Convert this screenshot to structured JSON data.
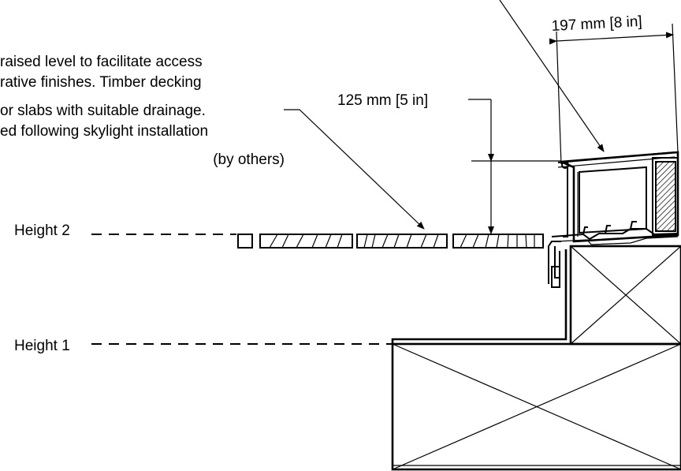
{
  "labels": {
    "dim_width": "197 mm [8 in]",
    "dim_height": "125 mm [5 in]",
    "height_2": "Height 2",
    "height_1": "Height 1",
    "note_lines": [
      "raised level to facilitate access",
      "rative finishes. Timber decking",
      "or slabs with suitable drainage.",
      "ed following skylight installation",
      "(by others)"
    ]
  },
  "colors": {
    "line": "#000000",
    "hatch": "#000000",
    "background": "#ffffff"
  }
}
